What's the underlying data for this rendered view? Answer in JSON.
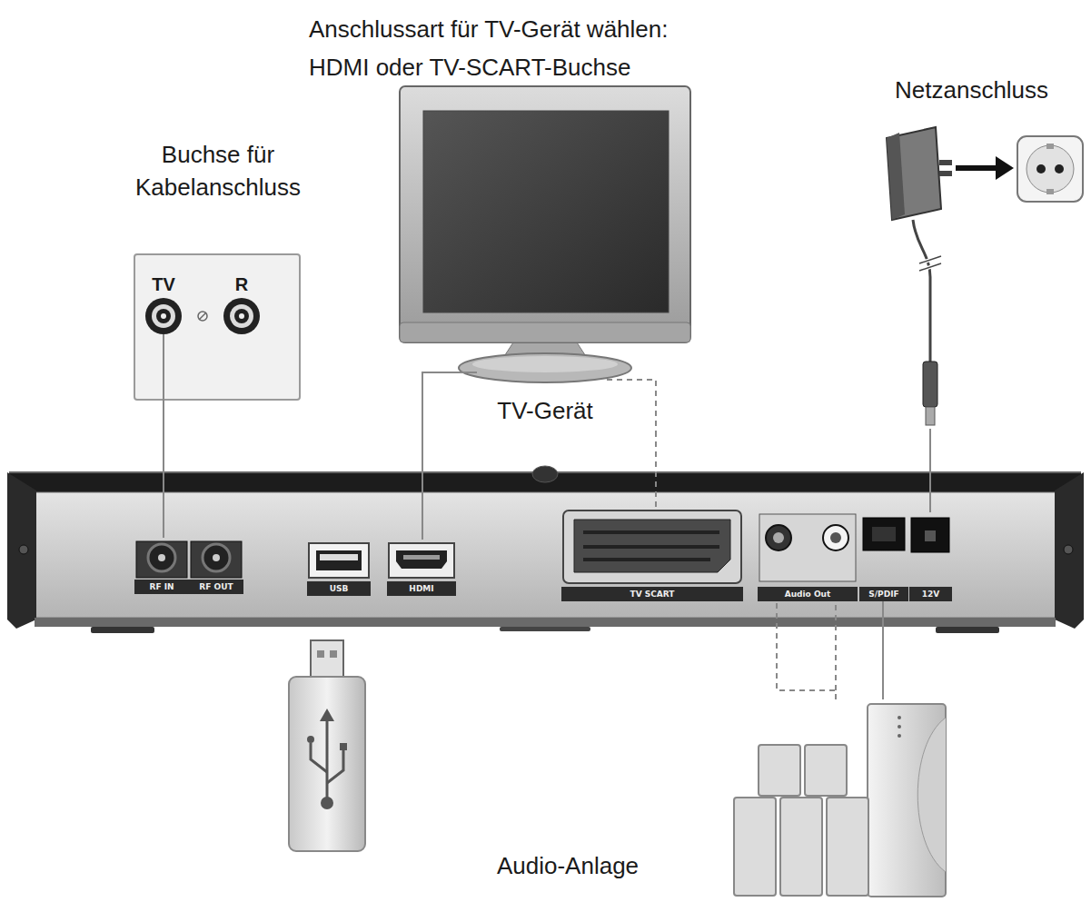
{
  "diagram": {
    "nodes": [
      {
        "text": [
          "Buchse für Kabelanschluss",
          "TV",
          "R"
        ]
      },
      {
        "text": [
          "TV-Gerät"
        ]
      },
      {
        "text": [
          "Netzanschluss"
        ]
      },
      {
        "text": [
          "RF IN"
        ]
      },
      {
        "text": [
          "RF OUT"
        ]
      },
      {
        "text": [
          "USB"
        ]
      },
      {
        "text": [
          "HDMI"
        ]
      },
      {
        "text": [
          "TV SCART"
        ]
      },
      {
        "text": [
          "Audio Out"
        ]
      },
      {
        "text": [
          "S/PDIF"
        ]
      },
      {
        "text": [
          "12V"
        ]
      },
      {
        "text": [
          "Audio-Anlage"
        ]
      }
    ],
    "edges": [
      {
        "from": 0,
        "to": 3,
        "arrow": "none"
      },
      {
        "from": 1,
        "to": 6,
        "arrow": "none"
      },
      {
        "from": 1,
        "to": 7,
        "arrow": "none"
      },
      {
        "from": 2,
        "to": 10,
        "arrow": "none"
      },
      {
        "from": 11,
        "to": 8,
        "arrow": "none"
      },
      {
        "from": 11,
        "to": 9,
        "arrow": "none"
      }
    ],
    "labels": [
      "Anschlussart für TV-Gerät wählen: HDMI oder TV-SCART-Buchse"
    ]
  }
}
